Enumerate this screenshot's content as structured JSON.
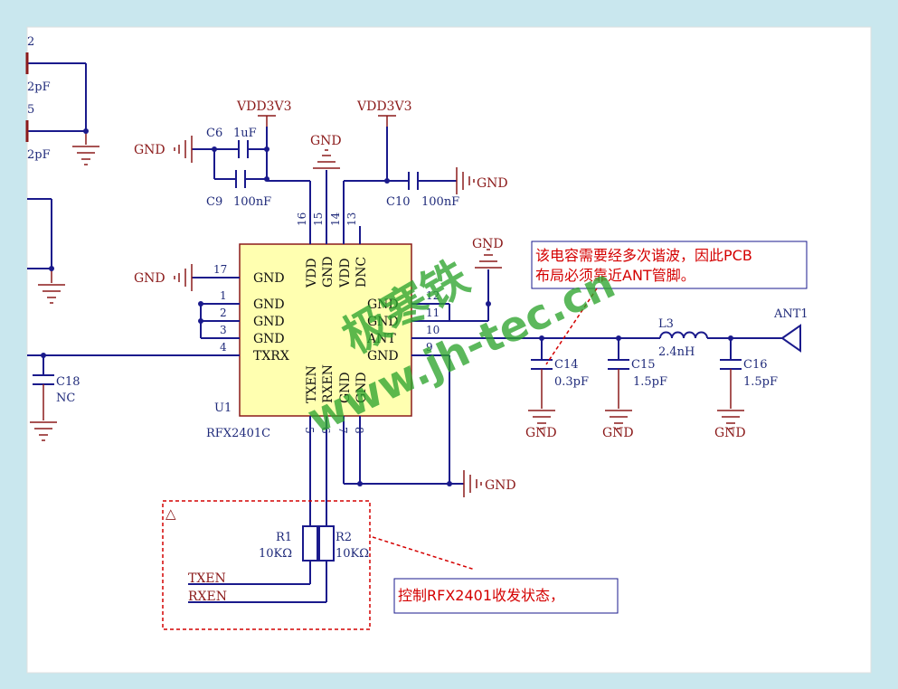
{
  "supply": {
    "vdd_left": "VDD3V3",
    "vdd_right": "VDD3V3"
  },
  "gnd_label": "GND",
  "capacitors": {
    "c6": {
      "ref": "C6",
      "value": "1uF"
    },
    "c9": {
      "ref": "C9",
      "value": "100nF"
    },
    "c10": {
      "ref": "C10",
      "value": "100nF"
    },
    "c14": {
      "ref": "C14",
      "value": "0.3pF"
    },
    "c15": {
      "ref": "C15",
      "value": "1.5pF"
    },
    "c16": {
      "ref": "C16",
      "value": "1.5pF"
    },
    "c18": {
      "ref": "C18",
      "value": "NC"
    },
    "partial_top_ref": "2",
    "partial_top_value": "2pF",
    "partial_mid_ref": "5",
    "partial_mid_value": "2pF"
  },
  "inductor": {
    "ref": "L3",
    "value": "2.4nH"
  },
  "antenna": {
    "ref": "ANT1"
  },
  "resistors": {
    "r1": {
      "ref": "R1",
      "value": "10KΩ"
    },
    "r2": {
      "ref": "R2",
      "value": "10KΩ"
    }
  },
  "chip": {
    "ref": "U1",
    "part": "RFX2401C",
    "left_pins": [
      {
        "num": "17",
        "name": "GND"
      },
      {
        "num": "1",
        "name": "GND"
      },
      {
        "num": "2",
        "name": "GND"
      },
      {
        "num": "3",
        "name": "GND"
      },
      {
        "num": "4",
        "name": "TXRX"
      }
    ],
    "right_pins": [
      {
        "num": "12",
        "name": "GND"
      },
      {
        "num": "11",
        "name": "GND"
      },
      {
        "num": "10",
        "name": "ANT"
      },
      {
        "num": "9",
        "name": "GND"
      }
    ],
    "top_pins": [
      {
        "num": "16",
        "name": "VDD"
      },
      {
        "num": "15",
        "name": "GND"
      },
      {
        "num": "14",
        "name": "VDD"
      },
      {
        "num": "13",
        "name": "DNC"
      }
    ],
    "bottom_pins": [
      {
        "num": "5",
        "name": "TXEN"
      },
      {
        "num": "6",
        "name": "RXEN"
      },
      {
        "num": "7",
        "name": "GND"
      },
      {
        "num": "8",
        "name": "GND"
      }
    ]
  },
  "nets": {
    "txen": "TXEN",
    "rxen": "RXEN"
  },
  "notes": {
    "harmonic_line1": "该电容需要经多次谐波，因此PCB",
    "harmonic_line2": "布局必须靠近ANT管脚。",
    "control": "控制RFX2401收发状态，"
  },
  "warning_glyph": "△",
  "watermark": {
    "chinese": "极寒铁",
    "url": "www.jh-tec.cn"
  },
  "colors": {
    "wire": "#1a1a8c",
    "net": "#8b1a1a",
    "chip_fill": "#ffffb0",
    "chip_border": "#8b1a1a",
    "note": "#d40000",
    "watermark": "#2fa52f"
  }
}
